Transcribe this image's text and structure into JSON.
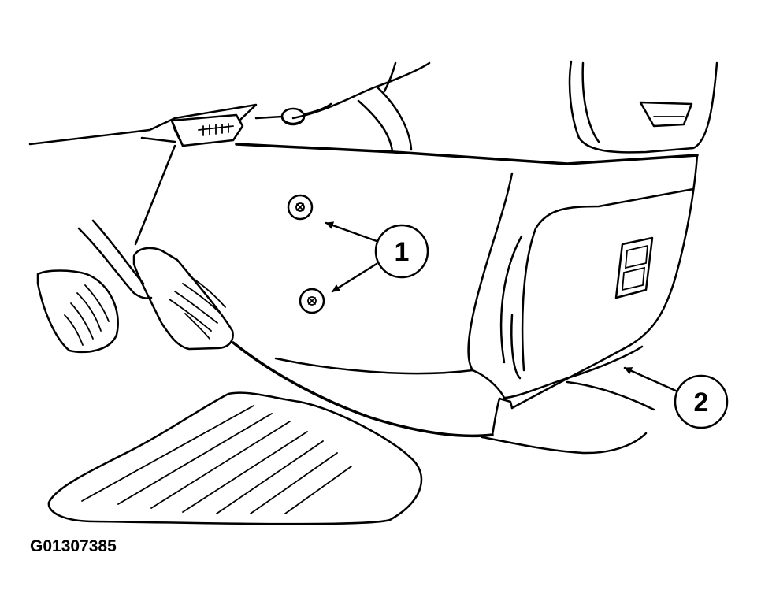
{
  "callouts": [
    {
      "label": "1",
      "target": "trim-panel-screws"
    },
    {
      "label": "2",
      "target": "knee-bolster-panel-lower-edge"
    }
  ],
  "figure_id": "G01307385",
  "colors": {
    "ink": "#000000",
    "background": "#ffffff"
  }
}
